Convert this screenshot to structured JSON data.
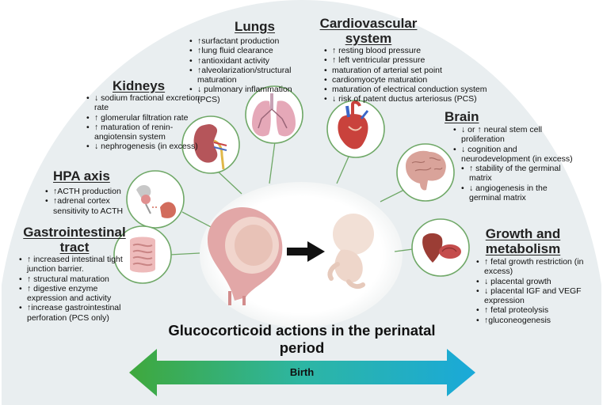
{
  "title": "Glucocorticoid actions in the perinatal period",
  "arrow_label": "Birth",
  "colors": {
    "background_arc": "#e9eef0",
    "circle_stroke": "#6fa867",
    "arrow_left": "#3fa83c",
    "arrow_mid": "#2db6a3",
    "arrow_right": "#1aa9d9"
  },
  "icons": {
    "kidneys": "kidney-icon",
    "lungs": "lungs-icon",
    "cardiovascular": "heart-icon",
    "brain": "brain-icon",
    "hpa": "adrenal-axis-icon",
    "gastrointestinal": "intestine-icon",
    "growth": "liver-placenta-icon",
    "mother": "pregnant-uterus-icon",
    "fetus": "fetus-icon"
  },
  "sections": {
    "lungs": {
      "heading": "Lungs",
      "items": [
        "↑surfactant production",
        "↑lung fluid clearance",
        "↑antioxidant activity",
        "↑alveolarization/structural maturation",
        "↓ pulmonary inflammation (PCS)"
      ]
    },
    "cardiovascular": {
      "heading": "Cardiovascular system",
      "items": [
        "↑ resting blood pressure",
        "↑ left ventricular pressure",
        "maturation of arterial set point",
        "cardiomyocyte maturation",
        "maturation of electrical conduction system",
        "↓ risk of patent ductus arteriosus (PCS)"
      ]
    },
    "kidneys": {
      "heading": "Kidneys",
      "items": [
        "↓ sodium fractional excretion rate",
        "↑ glomerular filtration rate",
        "↑ maturation of renin-angiotensin system",
        "↓ nephrogenesis (in excess)"
      ]
    },
    "brain": {
      "heading": "Brain",
      "items": [
        "↓ or ↑ neural stem cell proliferation",
        "↓ cognition and neurodevelopment (in excess)",
        "↑ stability of the germinal matrix",
        "↓ angiogenesis in the germinal matrix"
      ]
    },
    "hpa": {
      "heading": "HPA axis",
      "items": [
        "↑ACTH production",
        "↑adrenal cortex sensitivity to ACTH"
      ]
    },
    "gastrointestinal": {
      "heading": "Gastrointestinal tract",
      "items": [
        "↑ increased intestinal tight junction barrier.",
        "↑ structural maturation",
        "↑ digestive enzyme expression and activity",
        "↑increase gastrointestinal perforation (PCS only)"
      ]
    },
    "growth": {
      "heading": "Growth and metabolism",
      "items": [
        "↑ fetal growth restriction (in excess)",
        "↓ placental growth",
        "↓ placental IGF and VEGF expression",
        "↑ fetal proteolysis",
        "↑gluconeogenesis"
      ]
    }
  }
}
